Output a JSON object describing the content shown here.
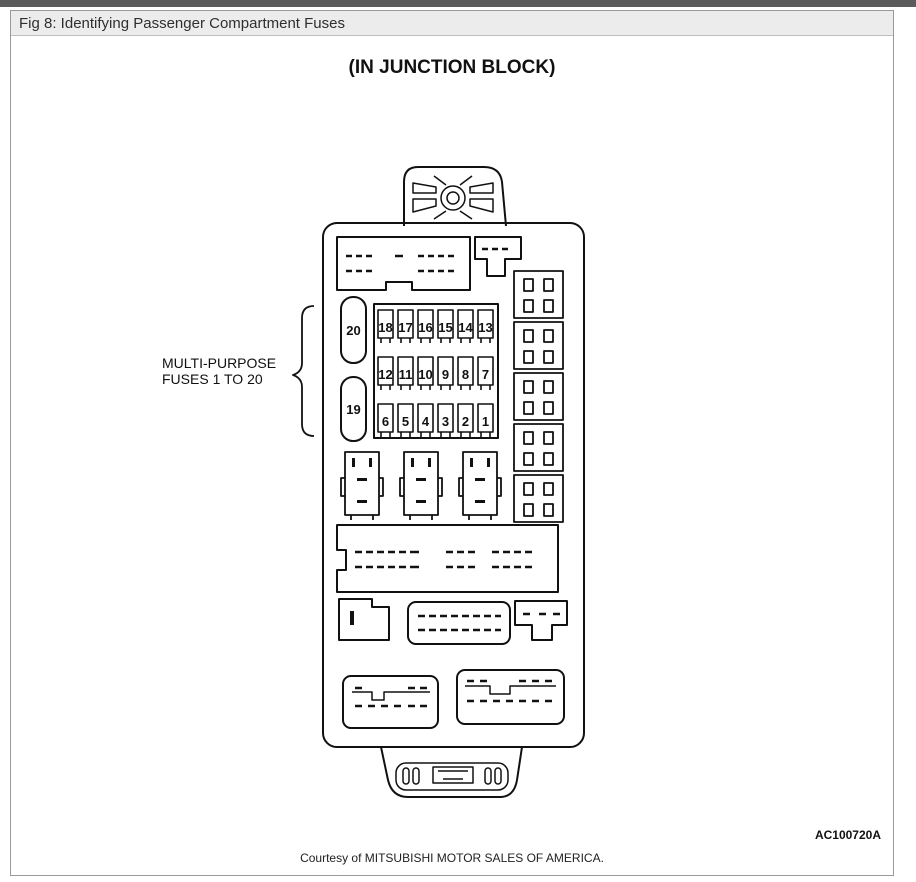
{
  "caption": "Fig 8: Identifying Passenger Compartment Fuses",
  "title": "(IN JUNCTION BLOCK)",
  "callout": {
    "line1": "MULTI-PURPOSE",
    "line2": "FUSES 1 TO 20"
  },
  "fuses": {
    "row_top": [
      "18",
      "17",
      "16",
      "15",
      "14",
      "13"
    ],
    "row_mid": [
      "12",
      "11",
      "10",
      "9",
      "8",
      "7"
    ],
    "row_bottom": [
      "6",
      "5",
      "4",
      "3",
      "2",
      "1"
    ],
    "tall_upper": "20",
    "tall_lower": "19"
  },
  "figure_code": "AC100720A",
  "courtesy": "Courtesy of MITSUBISHI MOTOR SALES OF AMERICA."
}
